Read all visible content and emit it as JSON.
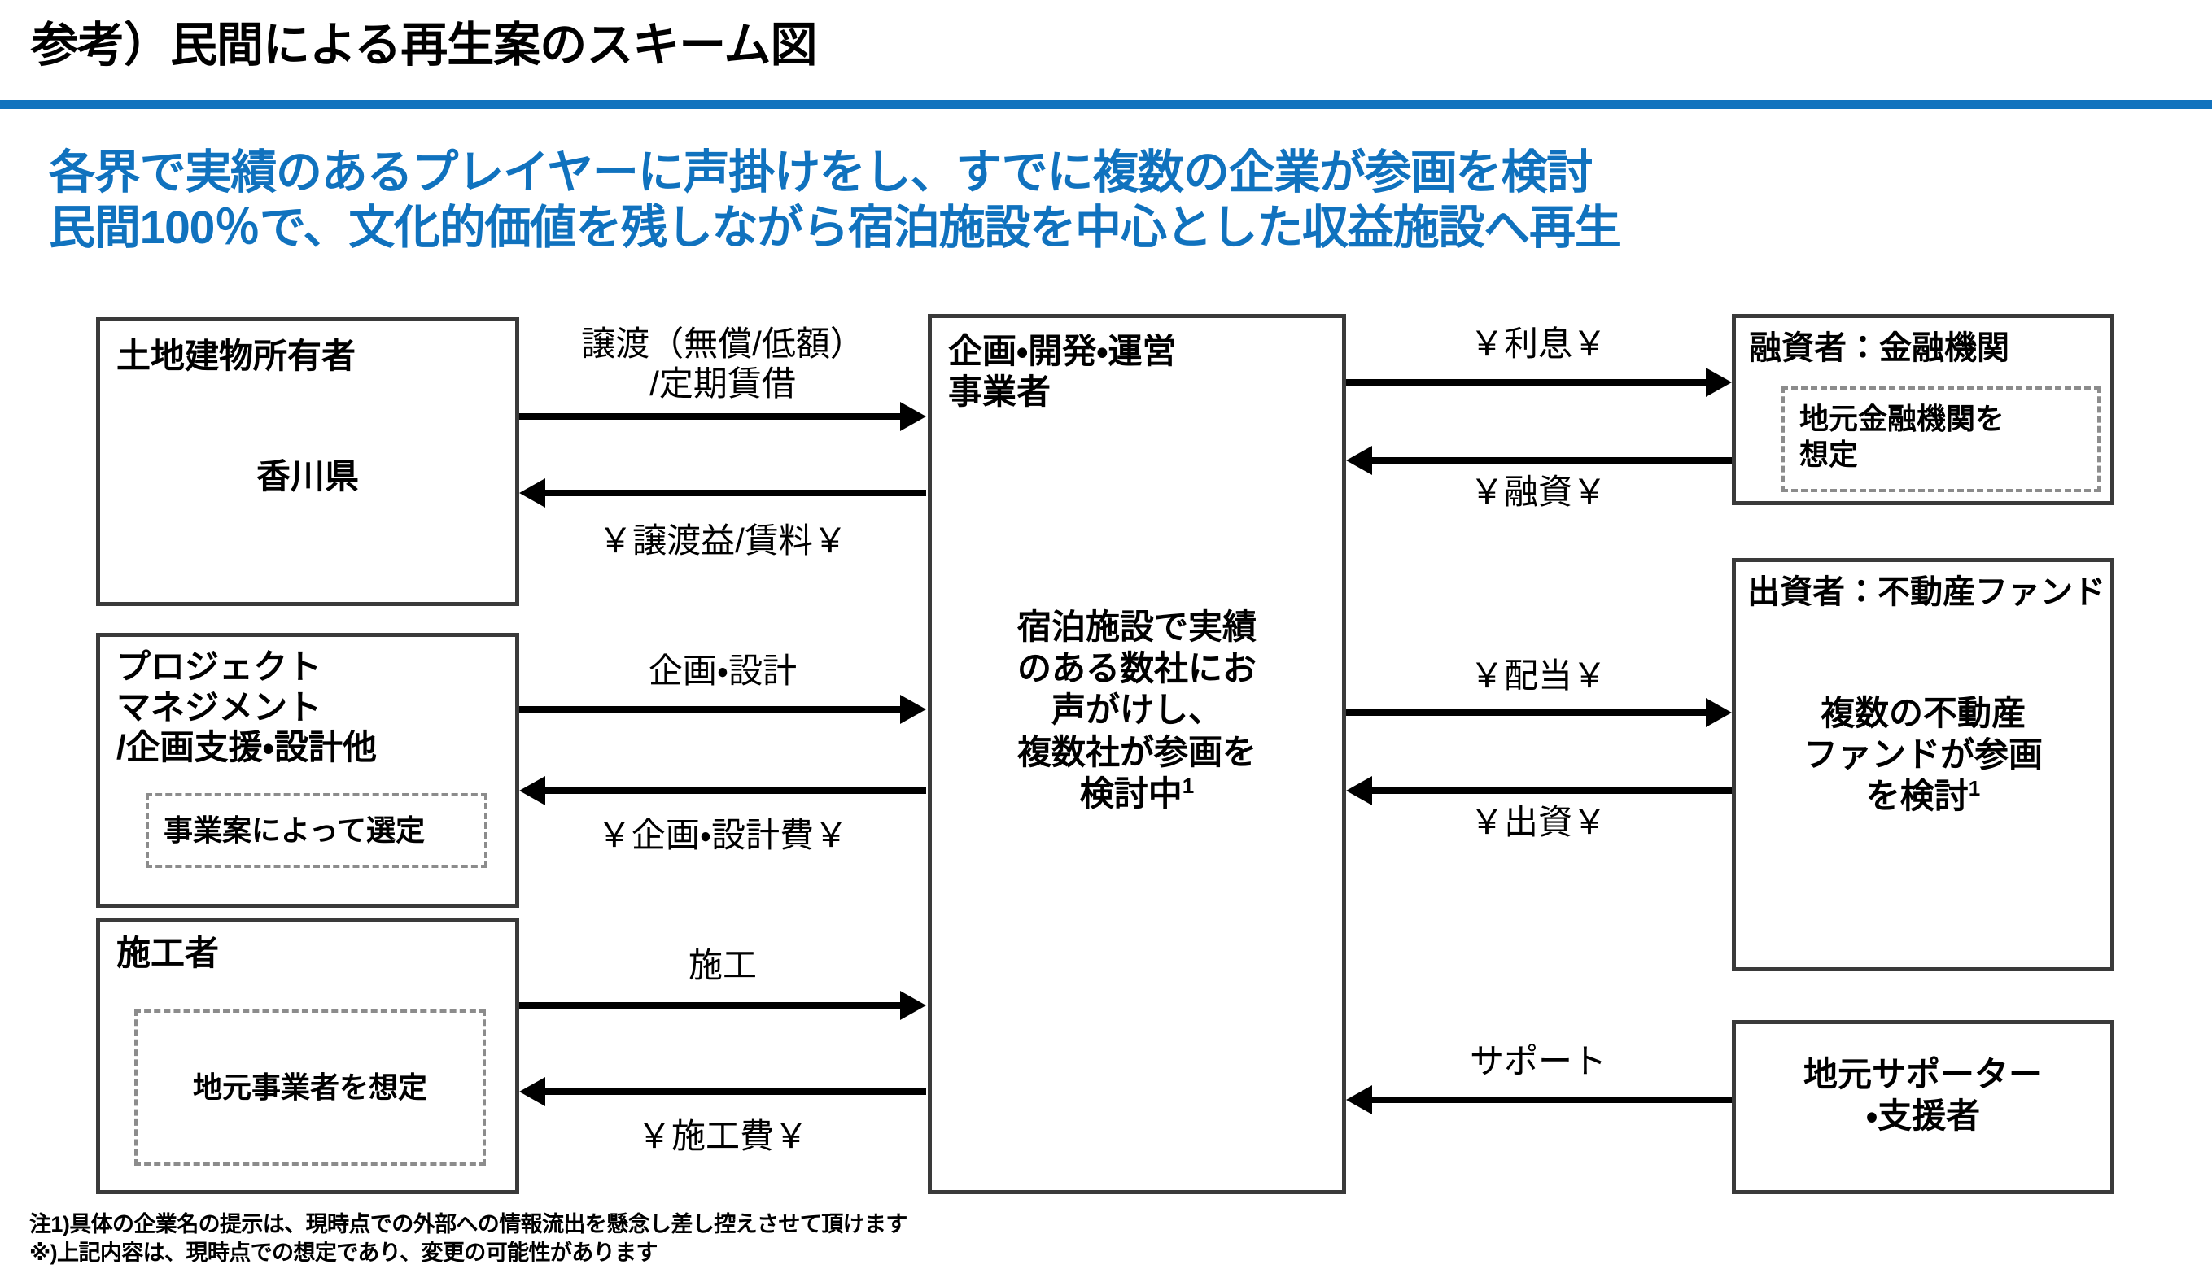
{
  "header": {
    "title": "参考）民間による再生案のスキーム図",
    "rule_color": "#1273BE"
  },
  "subtitle": {
    "color": "#1072BE",
    "line1": "各界で実績のあるプレイヤーに声掛けをし、すでに複数の企業が参画を検討",
    "line2": "民間100％で、文化的価値を残しながら宿泊施設を中心とした収益施設へ再生"
  },
  "boxes": {
    "land_owner": {
      "title": "土地建物所有者",
      "center": "香川県"
    },
    "project_management": {
      "title_line1": "プロジェクト",
      "title_line2": "マネジメント",
      "title_line3": "/企画支援・設計他",
      "note": "事業案によって選定"
    },
    "constructor": {
      "title": "施工者",
      "note": "地元事業者を想定"
    },
    "operator": {
      "title_line1": "企画・開発・運営",
      "title_line2": "事業者",
      "body_line1": "宿泊施設で実績",
      "body_line2": "のある数社にお",
      "body_line3": "声がけし、",
      "body_line4": "複数社が参画を",
      "body_line5": "検討中",
      "body_superscript": "1"
    },
    "lender": {
      "title": "融資者：金融機関",
      "note_line1": "地元金融機関を",
      "note_line2": "想定"
    },
    "investor": {
      "title": "出資者：不動産ファンド",
      "body_line1": "複数の不動産",
      "body_line2": "ファンドが参画",
      "body_line3": "を検討",
      "body_superscript": "1"
    },
    "supporter": {
      "line1": "地元サポーター",
      "line2": "・支援者"
    }
  },
  "arrows": {
    "transfer_out_line1": "譲渡（無償/低額）",
    "transfer_out_line2": "/定期賃借",
    "transfer_in": "￥譲渡益/賃料￥",
    "design_out": "企画・設計",
    "design_in": "￥企画・設計費￥",
    "construct_out": "施工",
    "construct_in": "￥施工費￥",
    "interest": "￥利息￥",
    "loan": "￥融資￥",
    "dividend": "￥配当￥",
    "equity": "￥出資￥",
    "support": "サポート"
  },
  "footnotes": {
    "line1": "注1)具体の企業名の提示は、現時点での外部への情報流出を懸念し差し控えさせて頂けます",
    "line2": "※)上記内容は、現時点での想定であり、変更の可能性があります"
  }
}
